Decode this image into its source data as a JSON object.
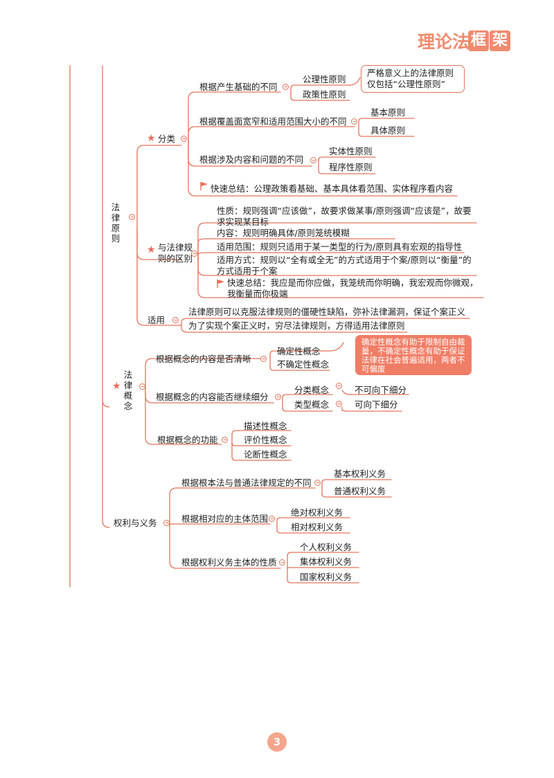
{
  "header": {
    "logo_text": "理论法",
    "logo_stamp_chars": [
      "框",
      "架"
    ]
  },
  "colors": {
    "accent": "#f08a6e",
    "line": "#e3735a",
    "callout_fill": "#f07d66",
    "page_badge": "#f3a58d"
  },
  "tree": {
    "law_principle": {
      "label": "法律原则",
      "classification": {
        "label": "分类",
        "by_basis": {
          "label": "根据产生基础的不同",
          "items": [
            "公理性原则",
            "政策性原则"
          ]
        },
        "by_scope": {
          "label": "根据覆盖面宽窄和适用范围大小的不同",
          "items": [
            "基本原则",
            "具体原则"
          ]
        },
        "by_content": {
          "label": "根据涉及内容和问题的不同",
          "items": [
            "实体性原则",
            "程序性原则"
          ]
        },
        "quick_summary": "快速总结：公理政策看基础、基本具体看范围、实体程序看内容",
        "callout": "严格意义上的法律原则仅包括“公理性原则”"
      },
      "difference": {
        "label": "与法律规则的区别",
        "nature": "性质：规则强调“应该做”，故要求做某事/原则强调“应该是”，故要求实现某目标",
        "content": "内容：规则明确具体/原则笼统模糊",
        "scope": "适用范围：规则只适用于某一类型的行为/原则具有宏观的指导性",
        "method": "适用方式：规则以“全有或全无”的方式适用于个案/原则以“衡量”的方式适用于个案",
        "quick_summary": "快速总结：我应是而你应做，我笼统而你明确，我宏观而你微观，我衡量而你极端"
      },
      "application": {
        "label": "适用",
        "items": [
          "法律原则可以克服法律规则的僵硬性缺陷，弥补法律漏洞，保证个案正义",
          "为了实现个案正义时，穷尽法律规则，方得适用法律原则"
        ]
      }
    },
    "law_concept": {
      "label": "法律概念",
      "by_clarity": {
        "label": "根据概念的内容是否清晰",
        "items": [
          "确定性概念",
          "不确定性概念"
        ],
        "callout": "确定性概念有助于限制自由裁量，不确定性概念有助于保证法律在社会普遍适用，两者不可偏废"
      },
      "by_subdivision": {
        "label": "根据概念的内容能否继续细分",
        "items": [
          {
            "label": "分类概念",
            "note": "不可向下细分"
          },
          {
            "label": "类型概念",
            "note": "可向下细分"
          }
        ]
      },
      "by_function": {
        "label": "根据概念的功能",
        "items": [
          "描述性概念",
          "评价性概念",
          "论断性概念"
        ]
      }
    },
    "rights_duties": {
      "label": "权利与义务",
      "by_law": {
        "label": "根据根本法与普通法律规定的不同",
        "items": [
          "基本权利义务",
          "普通权利义务"
        ]
      },
      "by_subject_scope": {
        "label": "根据相对应的主体范围",
        "items": [
          "绝对权利义务",
          "相对权利义务"
        ]
      },
      "by_subject_nature": {
        "label": "根据权利义务主体的性质",
        "items": [
          "个人权利义务",
          "集体权利义务",
          "国家权利义务"
        ]
      }
    }
  },
  "page_number": "3"
}
